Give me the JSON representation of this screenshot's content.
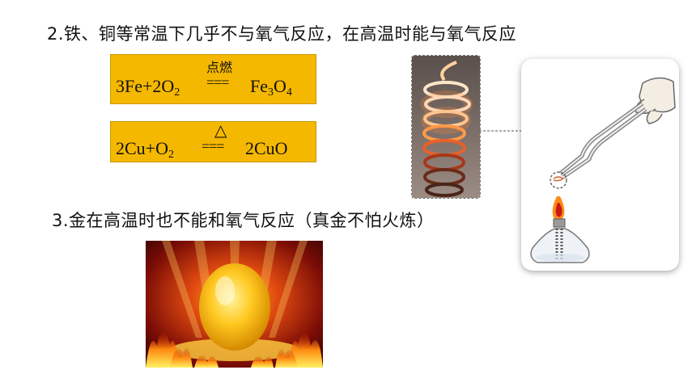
{
  "heading_2": "2.铁、铜等常温下几乎不与氧气反应，在高温时能与氧气反应",
  "heading_3": "3.金在高温时也不能和氧气反应（真金不怕火炼）",
  "equation_1": {
    "lhs_a": "3Fe+2O",
    "lhs_sub": "2",
    "condition": "点燃",
    "equals": "===",
    "rhs_a": "Fe",
    "rhs_sub1": "3",
    "rhs_b": "O",
    "rhs_sub2": "4"
  },
  "equation_2": {
    "lhs_a": "2Cu+O",
    "lhs_sub": "2",
    "condition": "△",
    "equals": "===",
    "rhs": "2CuO"
  },
  "colors": {
    "equation_box": "#f5b800",
    "flame": "#ff6a00"
  },
  "icons": [
    "glowing-iron-coil-photo",
    "alcohol-lamp-tongs-illustration",
    "golden-egg-in-fire-photo"
  ]
}
